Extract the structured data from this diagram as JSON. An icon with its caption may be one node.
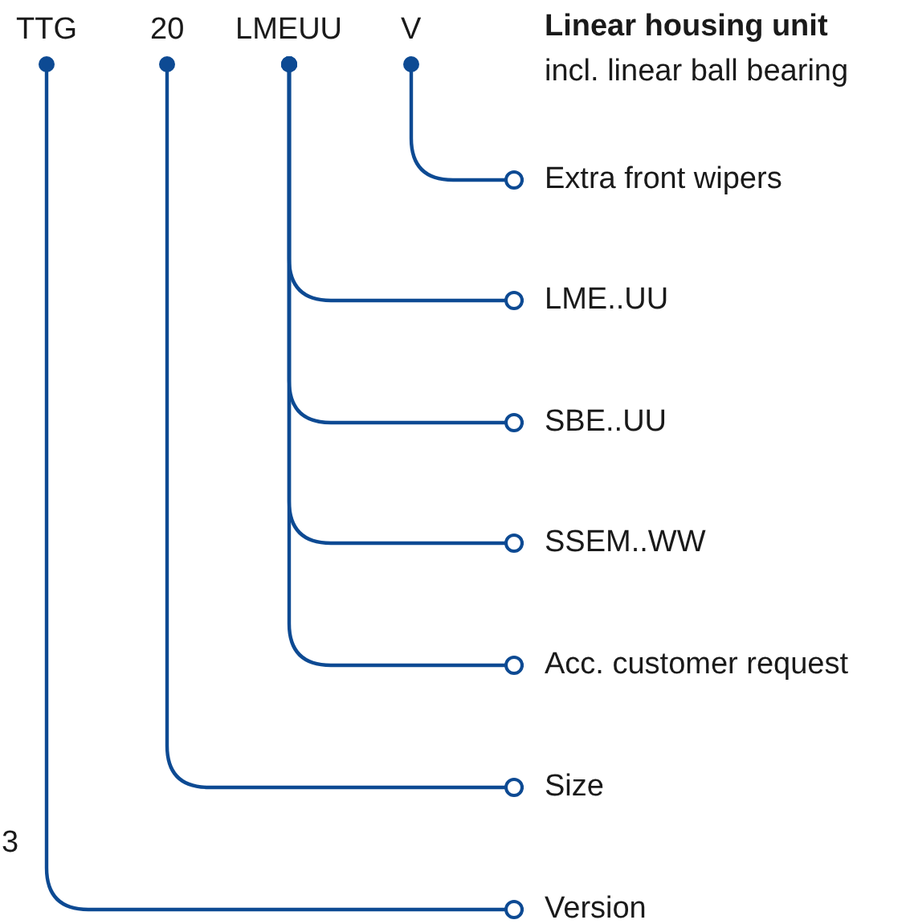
{
  "diagram": {
    "nodes": [
      {
        "text": [
          "TTG"
        ]
      },
      {
        "text": [
          "20"
        ]
      },
      {
        "text": [
          "LMEUU"
        ]
      },
      {
        "text": [
          "V"
        ]
      },
      {
        "text": [
          "Extra front wipers"
        ]
      },
      {
        "text": [
          "LME..UU"
        ]
      },
      {
        "text": [
          "SBE..UU"
        ]
      },
      {
        "text": [
          "SSEM..WW"
        ]
      },
      {
        "text": [
          "Acc. customer request"
        ]
      },
      {
        "text": [
          "Size"
        ]
      },
      {
        "text": [
          "Version"
        ]
      }
    ],
    "edges": [
      {
        "from": 3,
        "to": 4,
        "arrow": "other"
      },
      {
        "from": 2,
        "to": 5,
        "arrow": "other"
      },
      {
        "from": 2,
        "to": 6,
        "arrow": "other"
      },
      {
        "from": 2,
        "to": 7,
        "arrow": "other"
      },
      {
        "from": 2,
        "to": 8,
        "arrow": "other"
      },
      {
        "from": 1,
        "to": 9,
        "arrow": "other"
      },
      {
        "from": 0,
        "to": 10,
        "arrow": "other"
      }
    ],
    "labels": [
      "Linear housing unit",
      "incl. linear ball bearing",
      "3"
    ]
  }
}
